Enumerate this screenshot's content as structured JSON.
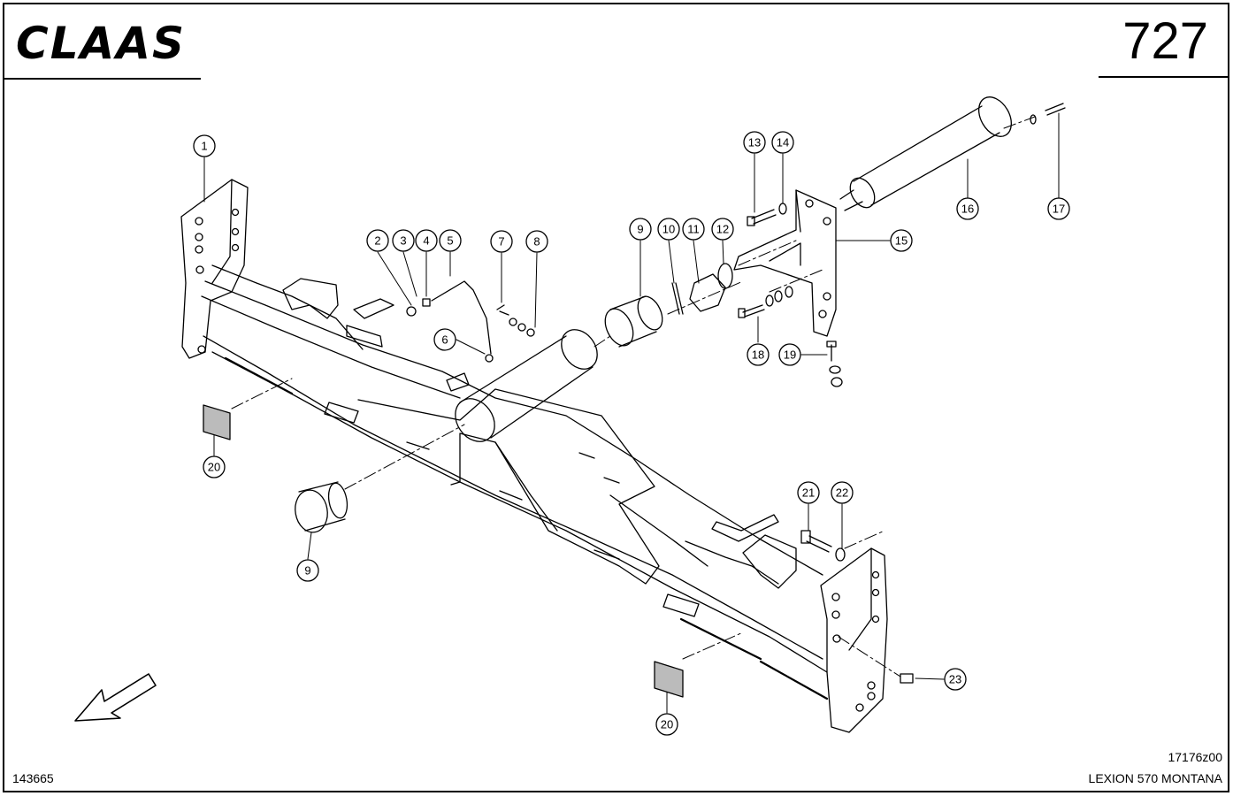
{
  "header": {
    "brand": "CLAAS",
    "page_number": "727"
  },
  "footer": {
    "drawing_number": "143665",
    "doc_id": "17176z00",
    "model": "LEXION 570 MONTANA"
  },
  "callouts": [
    "1",
    "2",
    "3",
    "4",
    "5",
    "6",
    "7",
    "8",
    "9",
    "10",
    "11",
    "12",
    "13",
    "14",
    "15",
    "16",
    "17",
    "18",
    "19",
    "20",
    "21",
    "22",
    "23",
    "9",
    "20"
  ],
  "colors": {
    "ink": "#000000",
    "paper": "#ffffff"
  }
}
